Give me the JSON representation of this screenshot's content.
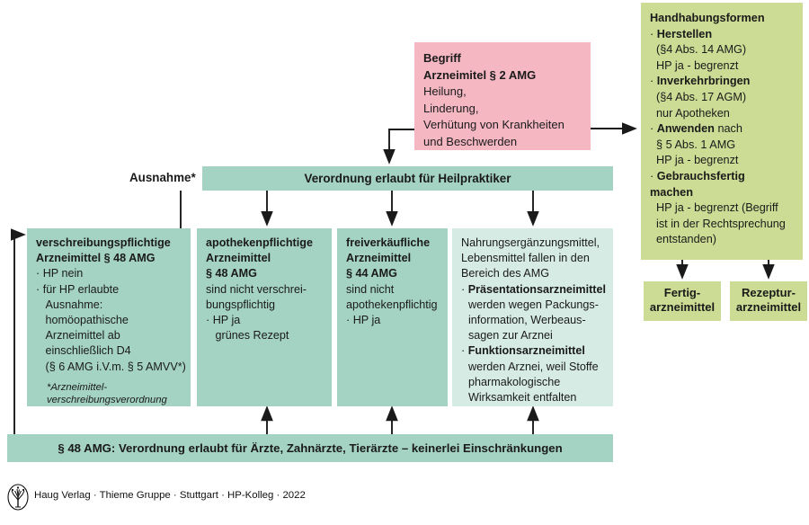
{
  "colors": {
    "teal": "#a4d3c4",
    "teal_light": "#d6ebe4",
    "pink": "#f5b8c3",
    "green": "#cddc94",
    "line": "#1a1a1a"
  },
  "begriff": {
    "title": "Begriff",
    "subtitle": "Arzneimitel § 2 AMG",
    "lines": [
      "Heilung,",
      "Linderung,",
      "Verhütung von Krankheiten",
      "und Beschwerden"
    ]
  },
  "handhabung": {
    "title": "Handhabungsformen",
    "items": [
      {
        "bullet": "·",
        "bold": "Herstellen",
        "rest": "",
        "sub": [
          "(§4 Abs. 14 AMG)",
          "HP ja - begrenzt"
        ]
      },
      {
        "bullet": "·",
        "bold": "Inverkehrbringen",
        "rest": "",
        "sub": [
          "(§4 Abs. 17 AGM)",
          "nur Apotheken"
        ]
      },
      {
        "bullet": "·",
        "bold": "Anwenden",
        "rest": " nach",
        "sub": [
          "§ 5 Abs. 1 AMG",
          "HP ja - begrenzt"
        ]
      },
      {
        "bullet": "·",
        "bold": "Gebrauchsfertig\nmachen",
        "rest": "",
        "sub": [
          "HP ja - begrenzt (Begriff",
          "ist in der Rechtsprechung",
          "entstanden)"
        ]
      }
    ]
  },
  "outputs": {
    "fertig": "Fertig-\narzneimittel",
    "rezeptur": "Rezeptur-\narzneimittel"
  },
  "verordnung_bar": "Verordnung erlaubt für Heilpraktiker",
  "ausnahme_label": "Ausnahme*",
  "columns": [
    {
      "id": "verschreibungspflichtige",
      "title_bold": "verschreibungspflichtige\nArzneimittel § 48 AMG",
      "body": "· HP nein\n· für HP erlaubte\n   Ausnahme:\n   homöopathische\n   Arzneimittel ab\n   einschließlich D4\n   (§ 6 AMG i.V.m. § 5 AMVV*)",
      "footnote": "*Arzneimittel-\nverschreibungsverordnung"
    },
    {
      "id": "apothekenpflichtige",
      "title_bold": "apothekenpflichtige\nArzneimittel\n§ 48 AMG",
      "body": "sind nicht verschrei-\nbungspflichtig\n· HP ja\n   grünes Rezept",
      "footnote": ""
    },
    {
      "id": "freiverkaeufliche",
      "title_bold": "freiverkäufliche\nArzneimittel\n§ 44 AMG",
      "body": "sind nicht\napothekenpflichtig\n· HP ja",
      "footnote": ""
    },
    {
      "id": "nahrungsergaenzungsmittel",
      "title_bold": "",
      "intro": "Nahrungsergänzungsmittel,\nLebensmittel fallen in den\nBereich des AMG",
      "sub_items": [
        {
          "bold": "Präsentationsarzneimittel",
          "text": "werden wegen Packungs-\ninformation, Werbeaus-\nsagen zur Arznei"
        },
        {
          "bold": "Funktionsarzneimittel",
          "text": "werden Arznei, weil Stoffe\npharmakologische\nWirksamkeit entfalten"
        }
      ],
      "footnote": ""
    }
  ],
  "bottom_bar": "§ 48 AMG: Verordnung erlaubt für Ärzte, Zahnärzte, Tierärzte – keinerlei Einschränkungen",
  "footer": "Haug Verlag · Thieme Gruppe · Stuttgart · HP-Kolleg · 2022"
}
